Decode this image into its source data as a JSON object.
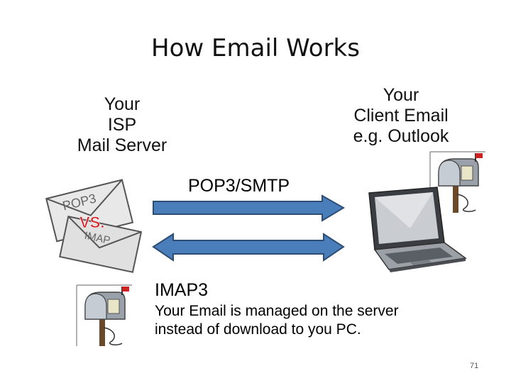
{
  "title": "How Email Works",
  "isp": {
    "line1": "Your",
    "line2": "ISP",
    "line3": "Mail Server"
  },
  "client": {
    "line1": "Your",
    "line2": "Client Email",
    "line3": "e.g. Outlook"
  },
  "protocols": {
    "pop_smtp": "POP3/SMTP",
    "imap": "IMAP3",
    "imap_desc_line1": "Your Email is managed on the server",
    "imap_desc_line2": "instead of download to you PC."
  },
  "envelopes": {
    "top": "POP3",
    "middle": "VS.",
    "bottom": "IMAP"
  },
  "page_number": "71",
  "colors": {
    "arrow_fill": "#4a7ebb",
    "arrow_stroke": "#2c4d75",
    "vs_red": "#d6262b",
    "mailbox_red": "#cc2222"
  },
  "icons": {
    "mailbox": "mailbox-icon",
    "laptop": "laptop-icon",
    "envelope": "envelope-icon"
  }
}
